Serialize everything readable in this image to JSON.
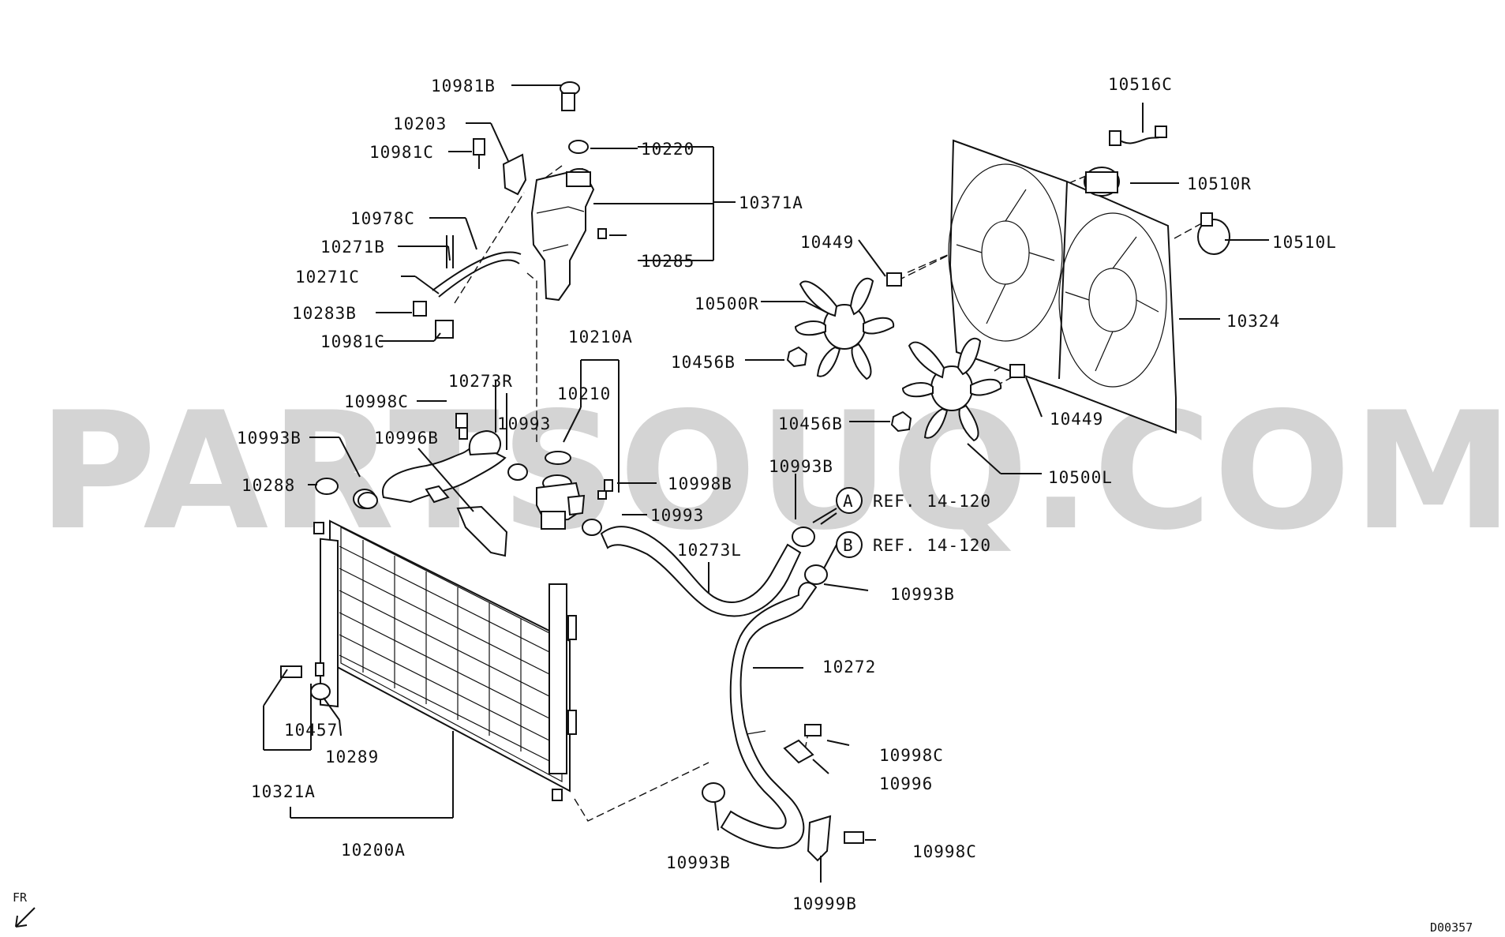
{
  "watermark": "PARTSOUQ.COM",
  "diagram_code": "D00357",
  "direction_label": "FR",
  "refs": [
    {
      "letter": "A",
      "text": "REF. 14-120"
    },
    {
      "letter": "B",
      "text": "REF. 14-120"
    }
  ],
  "labels": {
    "p10981B": "10981B",
    "p10203": "10203",
    "p10981C_top": "10981C",
    "p10220": "10220",
    "p10371A": "10371A",
    "p10978C": "10978C",
    "p10271B": "10271B",
    "p10285": "10285",
    "p10271C": "10271C",
    "p10283B": "10283B",
    "p10981C_bot": "10981C",
    "p10210A": "10210A",
    "p10273R": "10273R",
    "p10210": "10210",
    "p10998C_left": "10998C",
    "p10993_top": "10993",
    "p10993B_left": "10993B",
    "p10996B": "10996B",
    "p10288": "10288",
    "p10998B": "10998B",
    "p10993_mid": "10993",
    "p10273L": "10273L",
    "p10993B_mid": "10993B",
    "p10993B_right": "10993B",
    "p10272": "10272",
    "p10457": "10457",
    "p10289": "10289",
    "p10321A": "10321A",
    "p10200A": "10200A",
    "p10998C_r1": "10998C",
    "p10996": "10996",
    "p10998C_r2": "10998C",
    "p10993B_bot": "10993B",
    "p10999B": "10999B",
    "p10516C": "10516C",
    "p10510R": "10510R",
    "p10510L": "10510L",
    "p10449_top": "10449",
    "p10500R": "10500R",
    "p10324": "10324",
    "p10456B_top": "10456B",
    "p10456B_bot": "10456B",
    "p10449_bot": "10449",
    "p10500L": "10500L"
  }
}
